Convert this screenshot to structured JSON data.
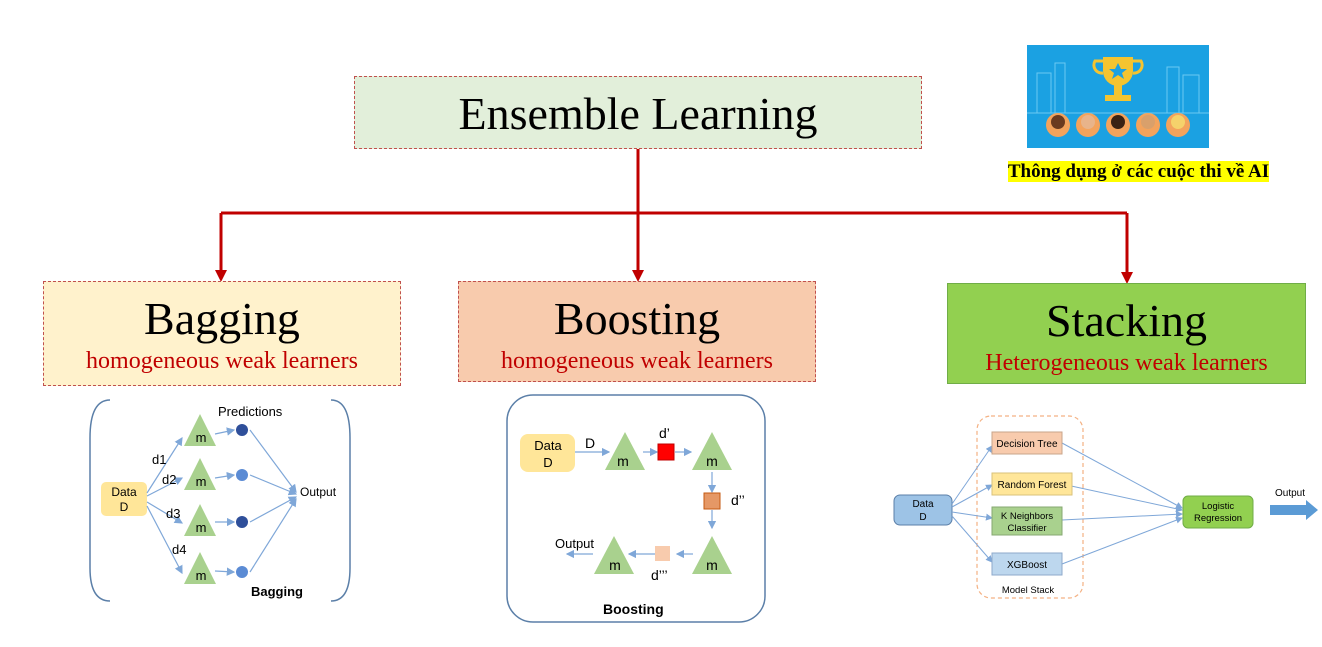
{
  "title": "Ensemble Learning",
  "note": "Thông dụng ở các cuộc thi về AI",
  "categories": [
    {
      "name": "Bagging",
      "subtitle": "homogeneous weak learners"
    },
    {
      "name": "Boosting",
      "subtitle": "homogeneous weak learners"
    },
    {
      "name": "Stacking",
      "subtitle": "Heterogeneous weak learners"
    }
  ],
  "bagging_diagram": {
    "data_label_1": "Data",
    "data_label_2": "D",
    "model_label": "m",
    "subsets": [
      "d1",
      "d2",
      "d3",
      "d4"
    ],
    "predictions_label": "Predictions",
    "output_label": "Output",
    "caption": "Bagging"
  },
  "boosting_diagram": {
    "data_label_1": "Data",
    "data_label_2": "D",
    "arrow_label": "D",
    "model_label": "m",
    "weights": [
      "d’",
      "d’’",
      "d’’’"
    ],
    "output_label": "Output",
    "caption": "Boosting"
  },
  "stacking_diagram": {
    "data_label_1": "Data",
    "data_label_2": "D",
    "models": [
      "Decision Tree",
      "Random Forest",
      "K Neighbors",
      "Classifier",
      "XGBoost"
    ],
    "meta_label_1": "Logistic",
    "meta_label_2": "Regression",
    "output_label": "Output",
    "caption": "Model Stack"
  },
  "colors": {
    "connector": "#c00000",
    "title_bg": "#e2efda",
    "bagging_bg": "#fff2cc",
    "boosting_bg": "#f8cbad",
    "stacking_bg": "#92d050",
    "highlight": "#ffff00"
  }
}
